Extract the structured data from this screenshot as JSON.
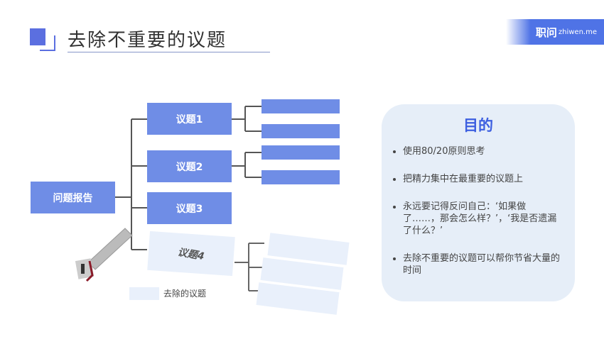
{
  "header": {
    "title": "去除不重要的议题",
    "logo_brand": "职问",
    "logo_domain": "zhiwen.me"
  },
  "tree": {
    "root": "问题报告",
    "issues": [
      "议题1",
      "议题2",
      "议题3",
      "议题4"
    ],
    "legend_label": "去除的议题"
  },
  "purpose": {
    "heading": "目的",
    "bullets": [
      "使用80/20原则思考",
      "把精力集中在最重要的议题上",
      "永远要记得反问自己：‘如果做了……，那会怎么样？’，‘我是否遗漏了什么？’",
      "去除不重要的议题可以帮你节省大量的时间"
    ]
  },
  "colors": {
    "accent": "#6f8de6",
    "brand": "#3d5fe0",
    "faded": "#e9f0fb"
  }
}
